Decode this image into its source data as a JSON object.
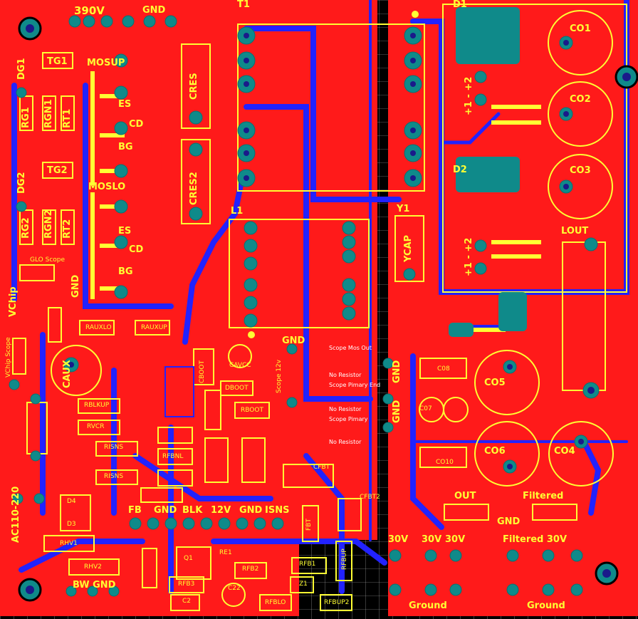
{
  "board": {
    "colors": {
      "background": "#000000",
      "copper_top": "#ff1a1a",
      "copper_bottom": "#2222ff",
      "silkscreen": "#ffff33",
      "pad": "#0f8a8a",
      "drill": "#1a1a8a",
      "grid": "#bbbbbb"
    },
    "labels": {
      "v390": "390V",
      "gnd_top": "GND",
      "t1": "T1",
      "d1": "D1",
      "co1": "CO1",
      "co2": "CO2",
      "co3": "CO3",
      "dg1": "DG1",
      "tg1": "TG1",
      "mosup": "MOSUP",
      "rg1": "RG1",
      "rgn1": "RGN1",
      "rt1": "RT1",
      "es1": "ES",
      "cd1": "CD",
      "bg1": "BG",
      "cres": "CRES",
      "cres2": "CRES2",
      "dg2": "DG2",
      "tg2": "TG2",
      "moslo": "MOSLO",
      "rg2": "RG2",
      "rgn2": "RGN2",
      "rt2": "RT2",
      "es2": "ES",
      "cd2": "CD",
      "bg2": "BG",
      "d2": "D2",
      "l1": "L1",
      "y1": "Y1",
      "ycap": "YCAP",
      "lout": "LOUT",
      "p12a": "+1 - +2",
      "p12b": "+1 - +2",
      "glo_scope": "GLO Scope",
      "gnd_mid": "GND",
      "vchip": "VChip",
      "vchip_scope": "VChip Scope",
      "raux_lo": "RAUXLO",
      "raux_up": "RAUXUP",
      "caux": "CAUX",
      "vcc": "CAVCC",
      "gnd_scope": "GND",
      "scope_12v": "Scope 12v",
      "scope_mos_out": "Scope Mos Out",
      "no_res1": "No Resistor",
      "scope_pimary_end": "Scope Pimary End",
      "no_res2": "No Resistor",
      "scope_pimary": "Scope Pimary",
      "no_res3": "No Resistor",
      "gnd_r1": "GND",
      "gnd_r2": "GND",
      "co5": "CO5",
      "co6": "CO6",
      "co4": "CO4",
      "co7": "C07",
      "co8": "C08",
      "co10": "CO10",
      "rblkup": "RBLKUP",
      "rvcr": "RVCR",
      "risns": "RISNS",
      "risns2": "RISNS",
      "rfbnl": "RFBNL",
      "rboot": "RBOOT",
      "cboot": "CBOOT",
      "dboot": "DBOOT",
      "cfbt": "CFBT",
      "cfbt2": "CFBT2",
      "fbt": "FBT",
      "out": "OUT",
      "filtered_top": "Filtered",
      "gnd_out": "GND",
      "ac": "AC110-220",
      "d4": "D4",
      "d3": "D3",
      "rhv1": "RHV1",
      "rhv2": "RHV2",
      "bw_gnd": "BW GND",
      "fb": "FB",
      "gnd_h1": "GND",
      "blk": "BLK",
      "v12": "12V",
      "gnd_h2": "GND",
      "isns": "ISNS",
      "v30a": "30V",
      "v30b": "30V",
      "v30c": "30V",
      "filtered_30v": "Filtered 30V",
      "ground1": "Ground",
      "ground2": "Ground",
      "rfb1": "RFB1",
      "rfb2": "RFB2",
      "rfb3": "RFB3",
      "rfblo": "RFBLO",
      "rfbup": "RFBUP",
      "rfbup2": "RFBUP2",
      "c22": "C22",
      "z1": "Z1",
      "q1": "Q1",
      "re1": "RE1",
      "c2": "C2"
    }
  }
}
